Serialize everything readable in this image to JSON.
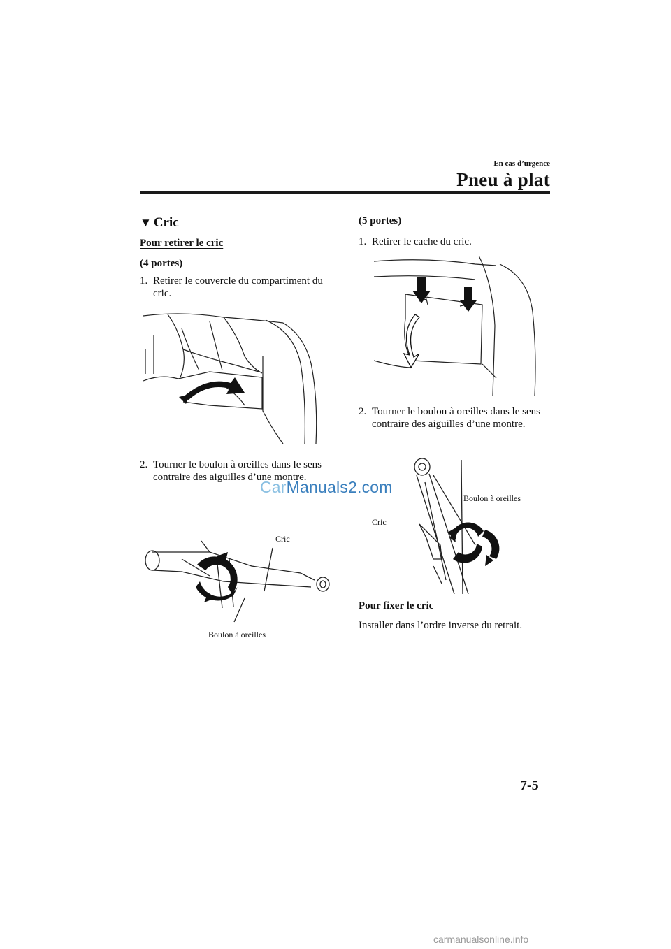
{
  "header": {
    "section_label": "En cas d’urgence",
    "title": "Pneu à plat"
  },
  "left_column": {
    "heading_marker": "▼",
    "heading": "Cric",
    "subheading": "Pour retirer le cric",
    "variant": "(4 portes)",
    "steps": [
      {
        "number": "1.",
        "text": "Retirer le couvercle du compartiment du cric."
      },
      {
        "number": "2.",
        "text": "Tourner le boulon à oreilles dans le sens contraire des aiguilles d’une montre."
      }
    ],
    "figure2_labels": {
      "jack": "Cric",
      "wing_bolt": "Boulon à oreilles"
    }
  },
  "right_column": {
    "variant": "(5 portes)",
    "steps": [
      {
        "number": "1.",
        "text": "Retirer le cache du cric."
      },
      {
        "number": "2.",
        "text": "Tourner le boulon à oreilles dans le sens contraire des aiguilles d’une montre."
      }
    ],
    "figure2_labels": {
      "jack": "Cric",
      "wing_bolt": "Boulon à oreilles"
    },
    "subheading": "Pour fixer le cric",
    "install_text": "Installer dans l’ordre inverse du retrait."
  },
  "watermark": {
    "part1": "Car",
    "part2": "Manuals2.com"
  },
  "page_number": "7-5",
  "footer_watermark": "carmanualsonline.info"
}
